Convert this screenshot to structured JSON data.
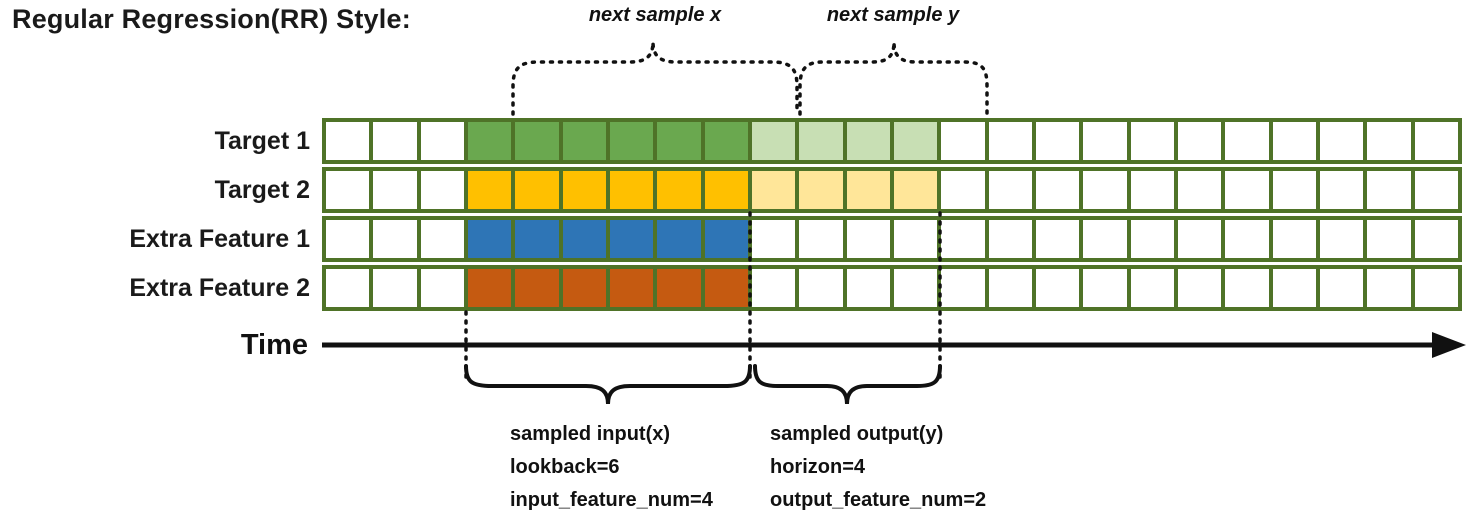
{
  "title": "Regular Regression(RR) Style:",
  "annotations": {
    "next_sample_x": "next sample x",
    "next_sample_y": "next sample y"
  },
  "time_label": "Time",
  "rows": [
    {
      "label": "Target 1",
      "fill": "#6aa84f",
      "out_fill": "#c8dfb4"
    },
    {
      "label": "Target 2",
      "fill": "#ffc000",
      "out_fill": "#ffe699"
    },
    {
      "label": "Extra Feature 1",
      "fill": "#2e75b6",
      "out_fill": null
    },
    {
      "label": "Extra Feature 2",
      "fill": "#c55a11",
      "out_fill": null
    }
  ],
  "grid": {
    "columns": 24,
    "input_start_col": 3,
    "input_cols": 6,
    "output_start_col": 9,
    "output_cols": 4,
    "border_color": "#4f7328",
    "cell_color": "#ffffff"
  },
  "input_block": {
    "title": "sampled input(x)",
    "lookback": "lookback=6",
    "feature_num": "input_feature_num=4"
  },
  "output_block": {
    "title": "sampled output(y)",
    "horizon": "horizon=4",
    "feature_num": "output_feature_num=2"
  },
  "colors": {
    "annotation": "#111111"
  }
}
